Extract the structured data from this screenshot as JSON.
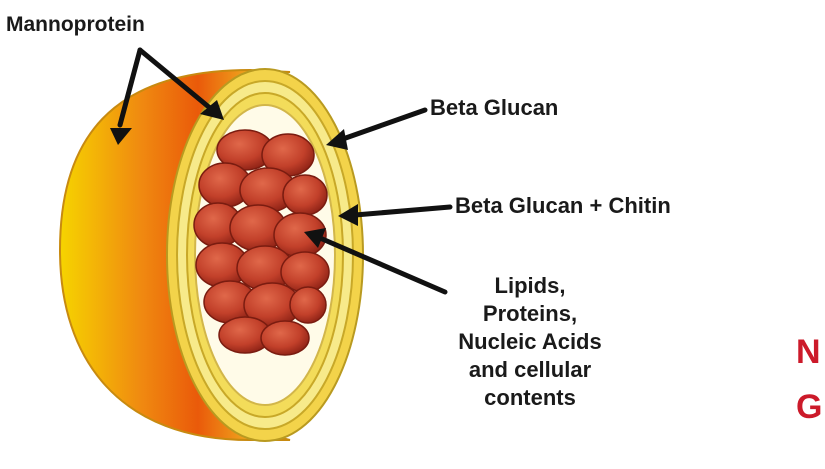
{
  "labels": {
    "mannoprotein": "Mannoprotein",
    "beta_glucan": "Beta Glucan",
    "beta_glucan_chitin": "Beta Glucan + Chitin",
    "lipids_lines": [
      "Lipids,",
      "Proteins,",
      "Nucleic Acids",
      "and cellular",
      "contents"
    ]
  },
  "cropped_text": {
    "line1": "N",
    "line2": "G"
  },
  "colors": {
    "outer_shell": "#f7b21c",
    "inner_shell": "#f3e27a",
    "interior": "#fffbe8",
    "organelles": "#c8402a",
    "arrows": "#111111",
    "accent_red": "#cc1a2a"
  }
}
